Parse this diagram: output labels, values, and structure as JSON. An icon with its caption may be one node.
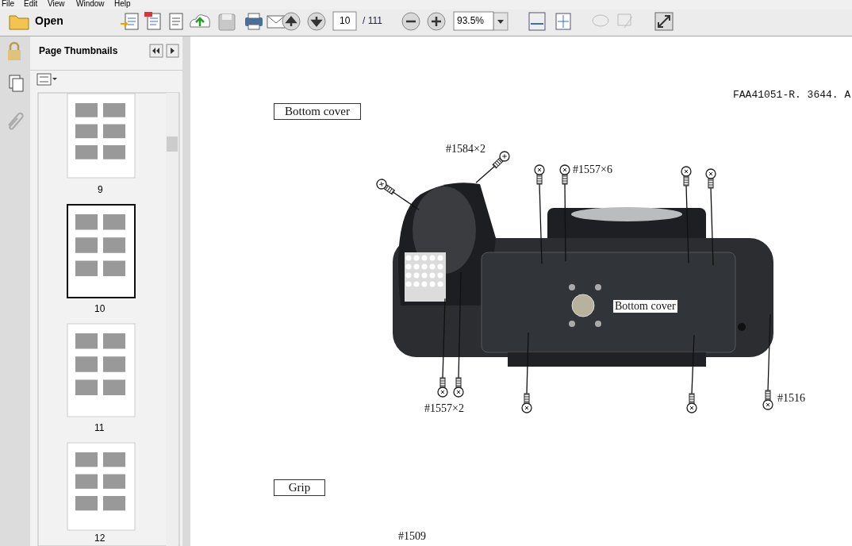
{
  "diagram": {
    "nodes": [
      {
        "text": [
          "Bottom cover"
        ]
      },
      {
        "text": [],
        "shape": "picture"
      },
      {
        "text": [],
        "shape": "picture"
      },
      {
        "text": [],
        "shape": "picture"
      },
      {
        "text": [],
        "shape": "picture"
      },
      {
        "text": [],
        "shape": "picture"
      },
      {
        "text": [],
        "shape": "picture"
      },
      {
        "text": [],
        "shape": "picture"
      },
      {
        "text": [],
        "shape": "picture"
      },
      {
        "text": [],
        "shape": "picture"
      },
      {
        "text": [],
        "shape": "picture"
      },
      {
        "text": [],
        "shape": "picture"
      },
      {
        "text": [],
        "shape": "picture"
      },
      {
        "text": [
          "Grip"
        ]
      }
    ],
    "edges": [
      {
        "from": 2,
        "to": 1,
        "arrow": "none"
      },
      {
        "from": 3,
        "to": 1,
        "arrow": "none"
      },
      {
        "from": 4,
        "to": 1,
        "arrow": "none"
      },
      {
        "from": 5,
        "to": 1,
        "arrow": "none"
      },
      {
        "from": 6,
        "to": 1,
        "arrow": "none"
      },
      {
        "from": 7,
        "to": 1,
        "arrow": "none"
      },
      {
        "from": 8,
        "to": 1,
        "arrow": "none"
      },
      {
        "from": 9,
        "to": 1,
        "arrow": "none"
      },
      {
        "from": 10,
        "to": 1,
        "arrow": "none"
      },
      {
        "from": 11,
        "to": 1,
        "arrow": "none"
      },
      {
        "from": 12,
        "to": 1,
        "arrow": "none"
      }
    ],
    "labels": [
      "File",
      "Edit",
      "View",
      "Window",
      "Help",
      "Open",
      "10",
      "/ 111",
      "93.5%",
      "Page Thumbnails",
      "9",
      "10",
      "11",
      "12",
      "FAA41051-R. 3644. A",
      "#1584×2",
      "#1557×6",
      "Bottom cover",
      "#1557×2",
      "#1516",
      "#1509"
    ]
  }
}
